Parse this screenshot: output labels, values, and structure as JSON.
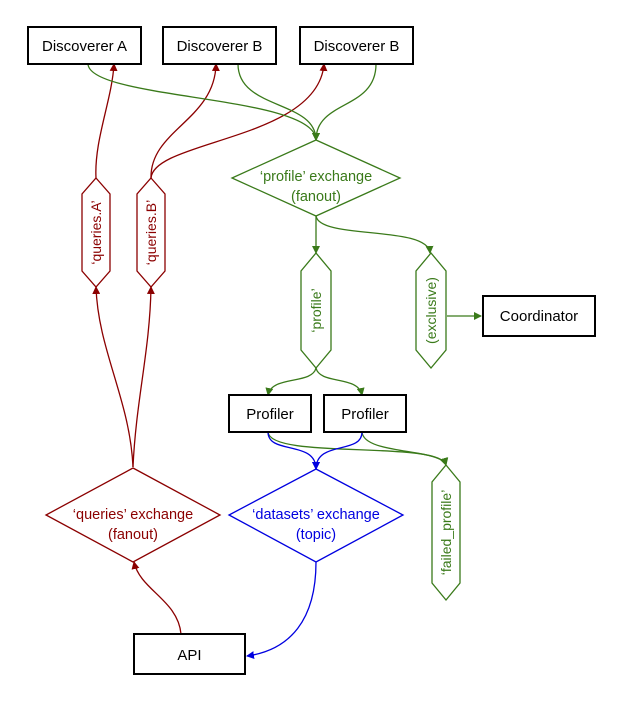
{
  "colors": {
    "red": "#8b0000",
    "green": "#3a7a1a",
    "blue": "#0000e0",
    "black": "#000000"
  },
  "nodes": {
    "discoverer_a": "Discoverer A",
    "discoverer_b1": "Discoverer B",
    "discoverer_b2": "Discoverer B",
    "coordinator": "Coordinator",
    "profiler_1": "Profiler",
    "profiler_2": "Profiler",
    "api": "API"
  },
  "exchanges": {
    "profile": {
      "line1": "‘profile’ exchange",
      "line2": "(fanout)"
    },
    "queries": {
      "line1": "‘queries’ exchange",
      "line2": "(fanout)"
    },
    "datasets": {
      "line1": "‘datasets’ exchange",
      "line2": "(topic)"
    }
  },
  "queues": {
    "queries_a": "‘queries.A’",
    "queries_b": "‘queries.B’",
    "profile": "‘profile’",
    "exclusive": "(exclusive)",
    "failed_profile": "‘failed_profile’"
  }
}
